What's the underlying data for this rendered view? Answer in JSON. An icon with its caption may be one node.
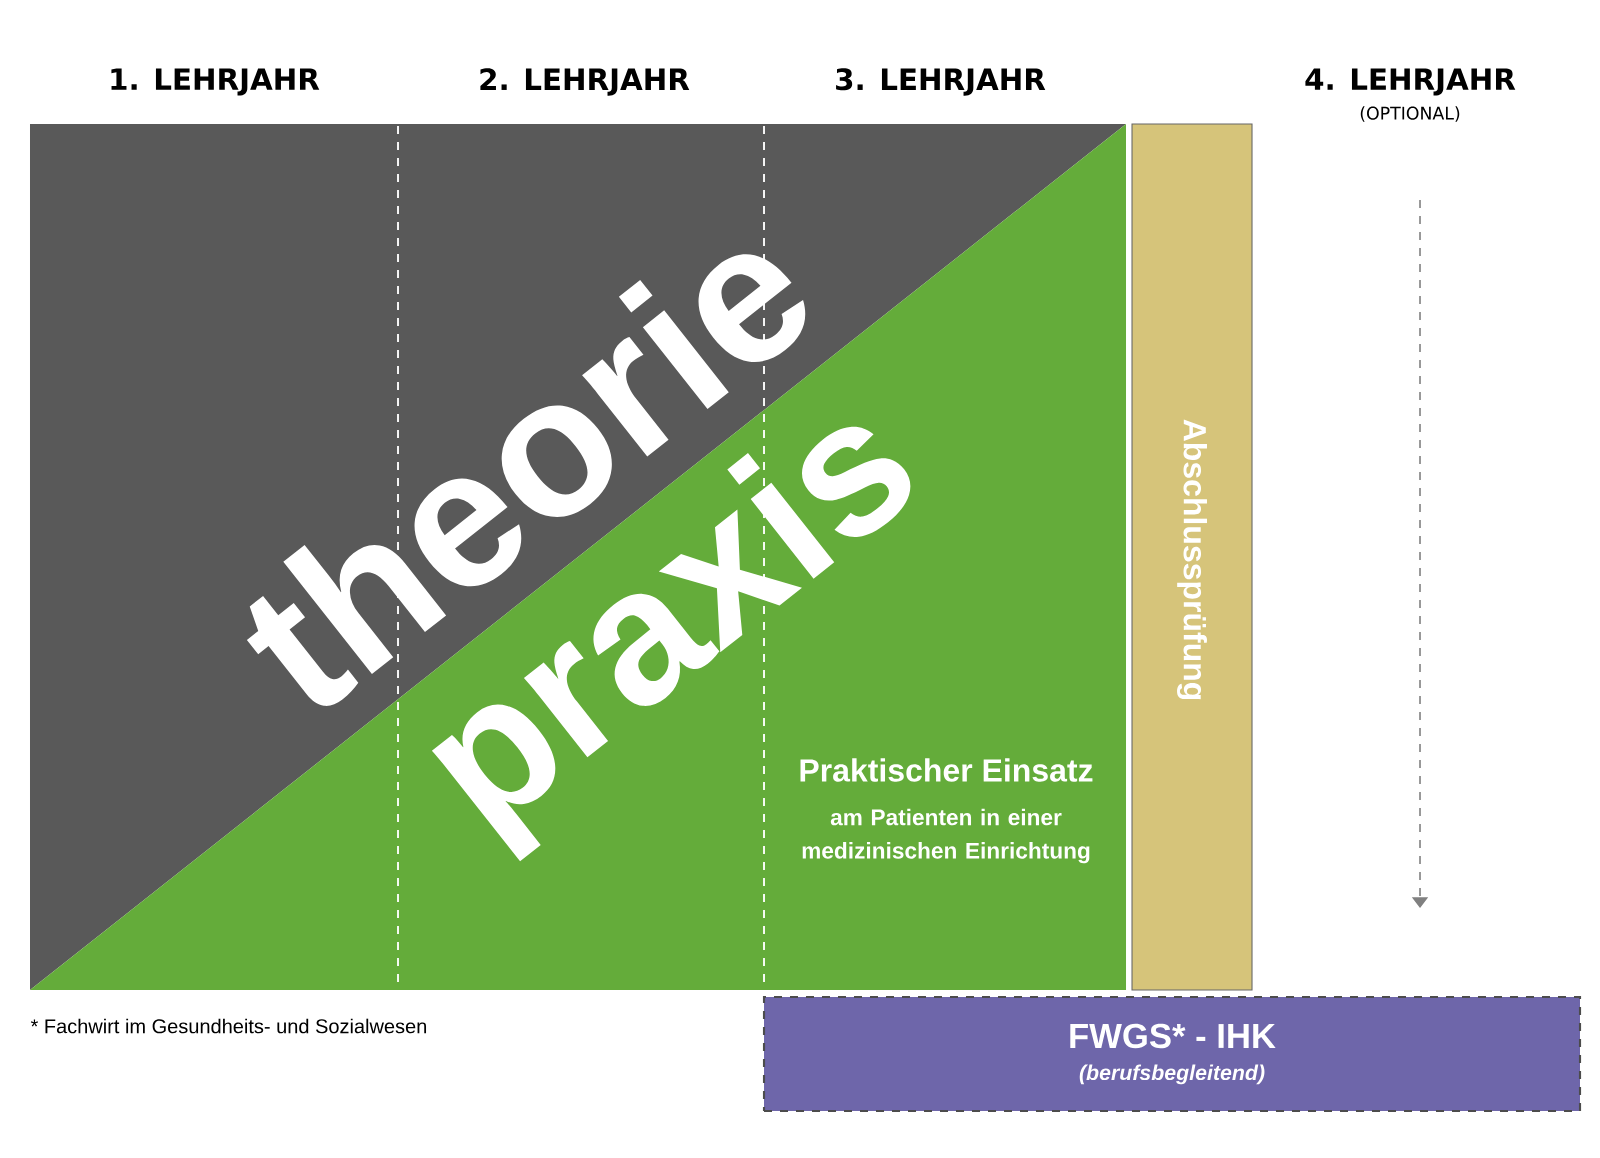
{
  "diagram": {
    "nodes": [
      {
        "text": [
          "theorie"
        ]
      },
      {
        "text": [
          "praxis",
          "Praktischer Einsatz",
          "am Patienten in einer medizinischen Einrichtung"
        ]
      },
      {
        "text": [
          "Abschlussprüfung"
        ]
      },
      {
        "text": [
          "FWGS* - IHK",
          "(berufsbegleitend)"
        ]
      }
    ],
    "labels": [
      "1. LEHRJAHR",
      "2. LEHRJAHR",
      "3. LEHRJAHR",
      "4. LEHRJAHR",
      "(OPTIONAL)",
      "* Fachwirt im Gesundheits- und Sozialwesen"
    ]
  }
}
